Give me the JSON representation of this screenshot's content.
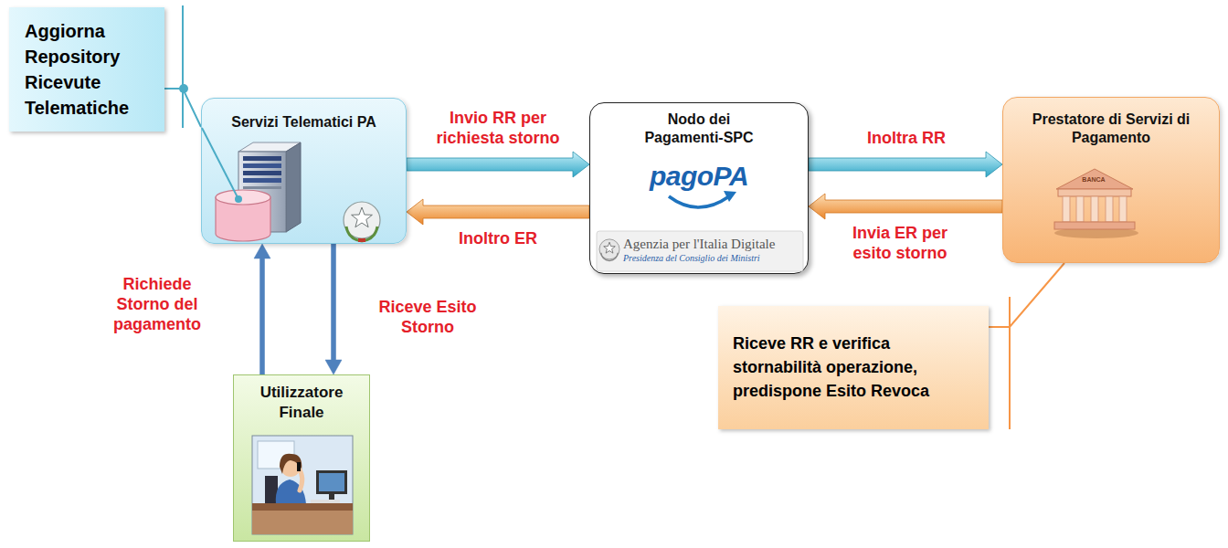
{
  "diagram": {
    "nodes": [
      {
        "text": [
          "Aggiorna Repository Ricevute Telematiche"
        ]
      },
      {
        "text": [
          "Servizi Telematici PA"
        ]
      },
      {
        "text": [
          "Nodo dei Pagamenti-SPC",
          "pagoPA",
          "Agenzia per l'Italia Digitale",
          "Presidenza del Consiglio dei Ministri"
        ]
      },
      {
        "text": [
          "Prestatore di Servizi di Pagamento"
        ]
      },
      {
        "text": [
          "Utilizzatore Finale"
        ]
      },
      {
        "text": [
          "Riceve RR e verifica stornabilità operazione, predispone Esito Revoca"
        ]
      }
    ],
    "edges": [
      {
        "from": 1,
        "to": 2,
        "arrow": "to",
        "label": "Invio RR per richiesta storno"
      },
      {
        "from": 2,
        "to": 1,
        "arrow": "to",
        "label": "Inoltro ER"
      },
      {
        "from": 2,
        "to": 3,
        "arrow": "to",
        "label": "Inoltra RR"
      },
      {
        "from": 3,
        "to": 2,
        "arrow": "to",
        "label": "Invia ER per esito storno"
      },
      {
        "from": 4,
        "to": 1,
        "arrow": "to",
        "label": "Richiede Storno del pagamento"
      },
      {
        "from": 1,
        "to": 4,
        "arrow": "to",
        "label": "Riceve Esito Storno"
      },
      {
        "from": 0,
        "to": 1,
        "arrow": "none"
      },
      {
        "from": 5,
        "to": 3,
        "arrow": "none"
      }
    ],
    "labels": [
      "BANCA"
    ]
  }
}
